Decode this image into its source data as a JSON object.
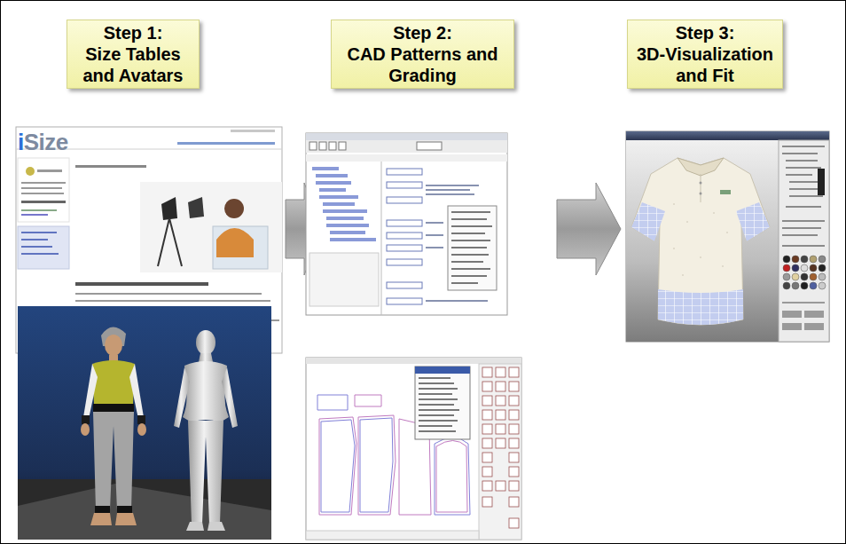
{
  "diagram": {
    "nodes": [
      {
        "text": [
          "Step 1:",
          "Size Tables and Avatars"
        ]
      },
      {
        "text": [
          "Step 2:",
          "CAD Patterns and Grading"
        ]
      },
      {
        "text": [
          "Step 3:",
          "3D-Visualization and Fit"
        ]
      }
    ],
    "labels": [
      "iSize"
    ]
  }
}
